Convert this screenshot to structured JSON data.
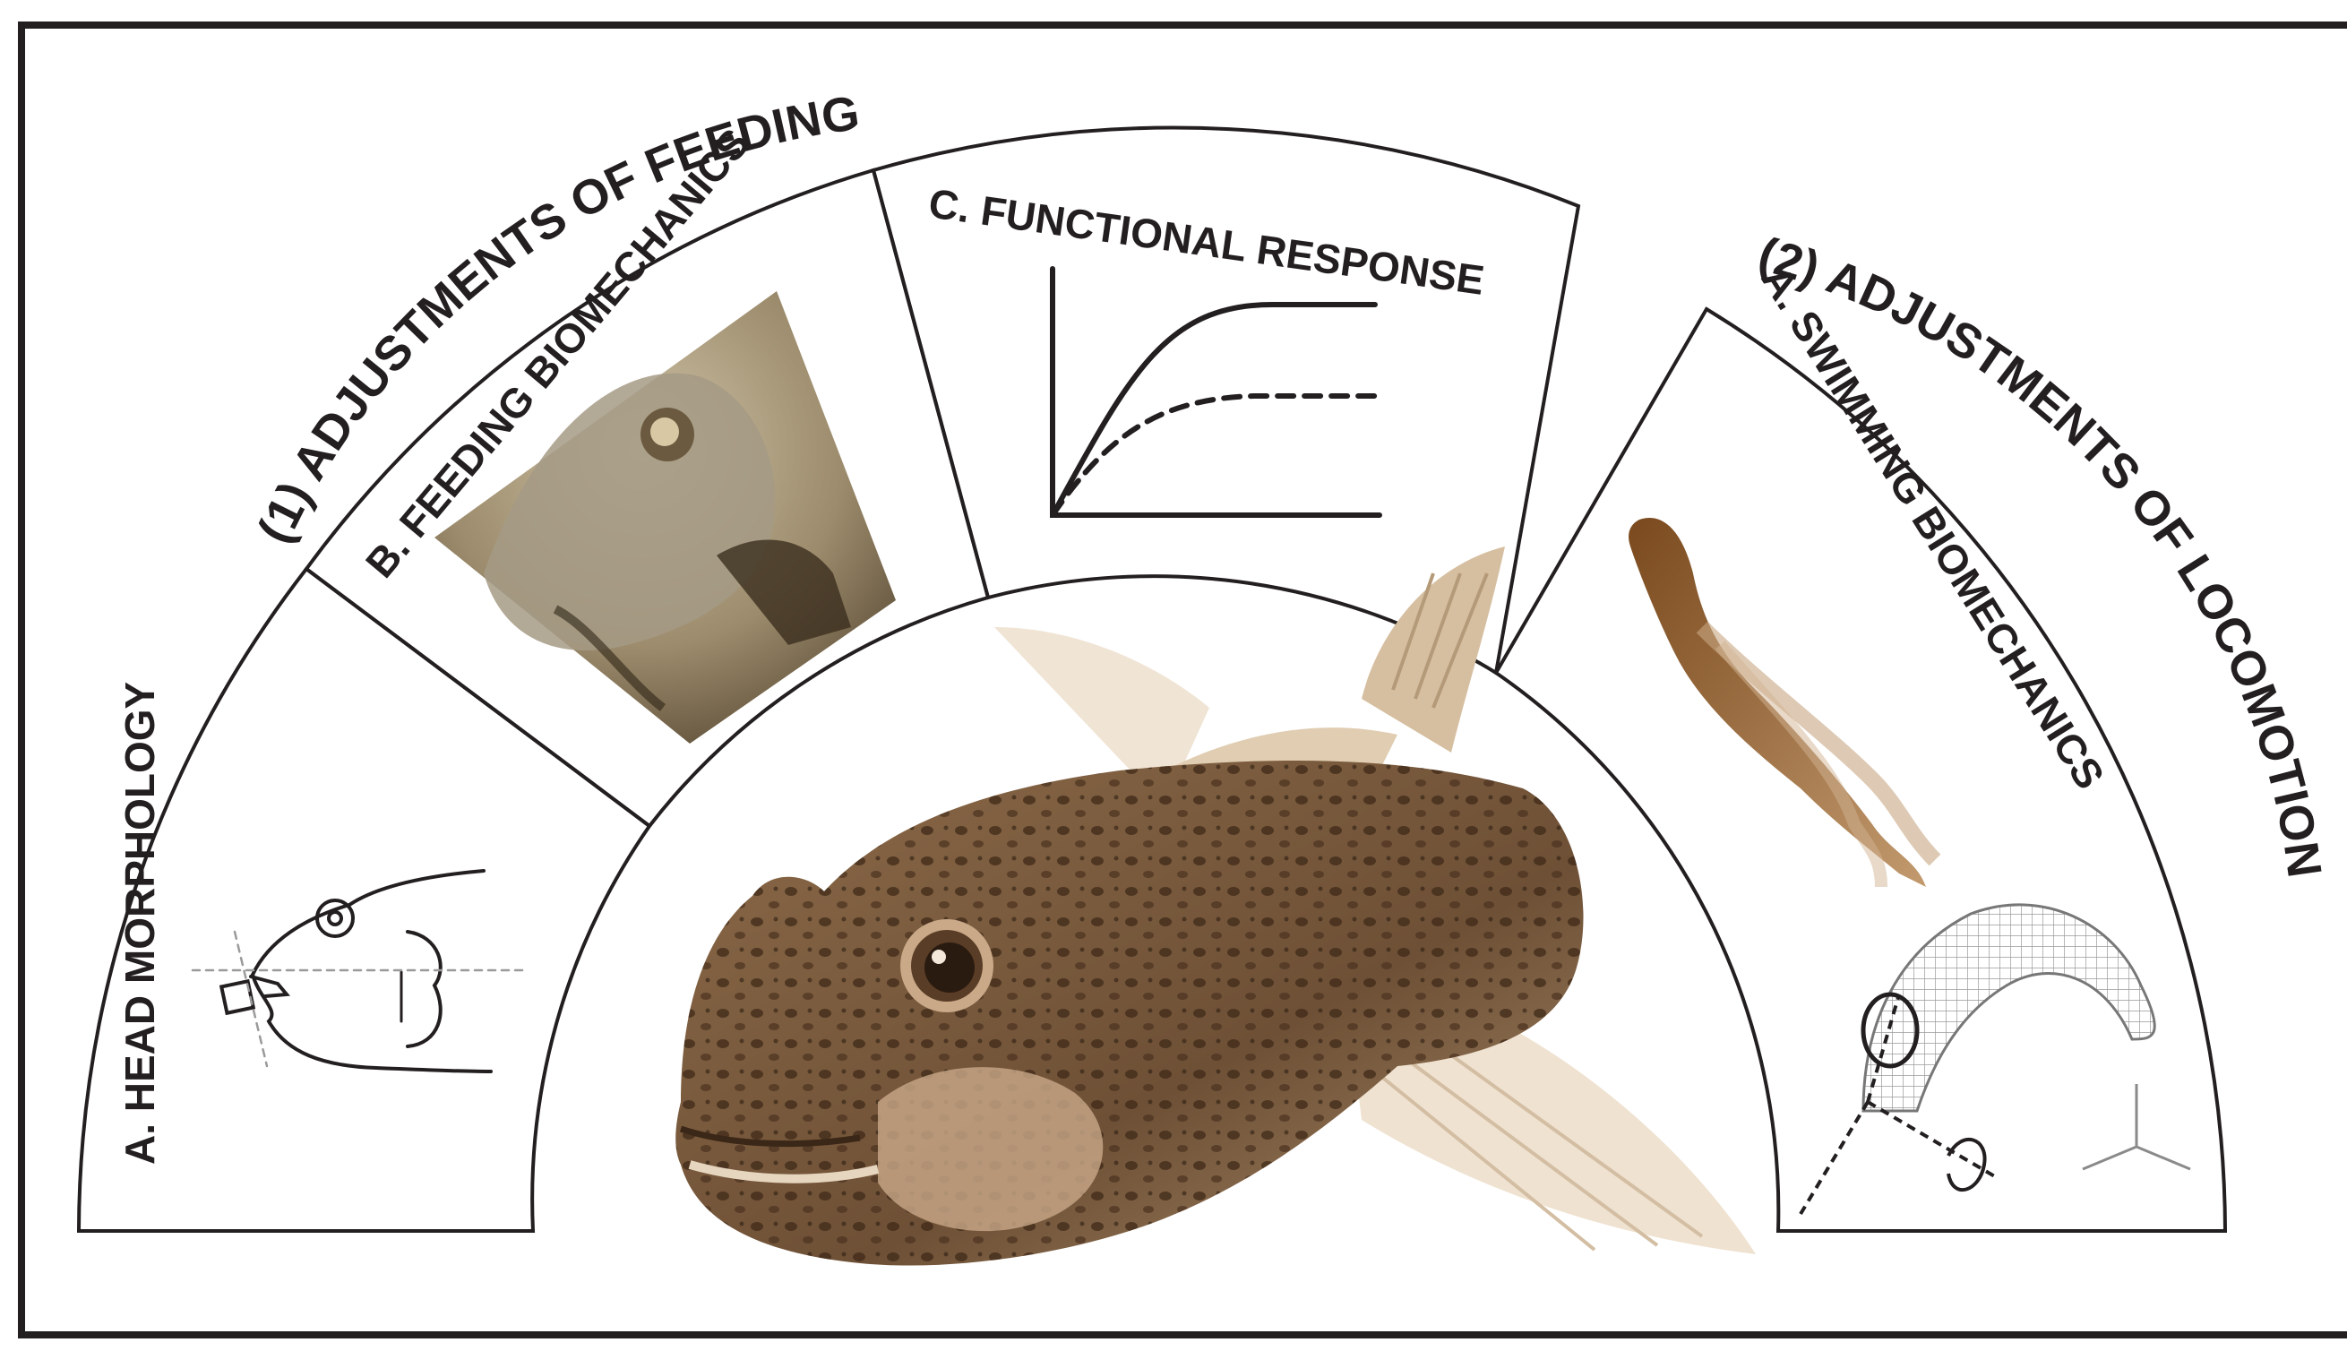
{
  "figure": {
    "group1_title": "(1) ADJUSTMENTS OF FEEDING",
    "group2_title": "(2) ADJUSTMENTS OF LOCOMOTION",
    "panels": {
      "head_morphology": "A. HEAD MORPHOLOGY",
      "feeding_biomechanics": "B. FEEDING BIOMECHANICS",
      "functional_response": "C. FUNCTIONAL RESPONSE",
      "swimming_biomechanics": "A. SWIMMING BIOMECHANICS"
    }
  },
  "colors": {
    "line": "#231f20",
    "fish_body": "#7b5a3c",
    "fish_dark": "#3f2a1a",
    "fish_fin": "#d9c3a6",
    "photo_bg": "#b8a582",
    "larva": "#8c5a2b",
    "mesh": "#8a8a8a"
  },
  "icons": {
    "fish": "goby-fish-illustration",
    "photo": "feeding-fish-photo",
    "larva": "swimming-larva-icon",
    "mesh": "swimming-mesh-model"
  }
}
